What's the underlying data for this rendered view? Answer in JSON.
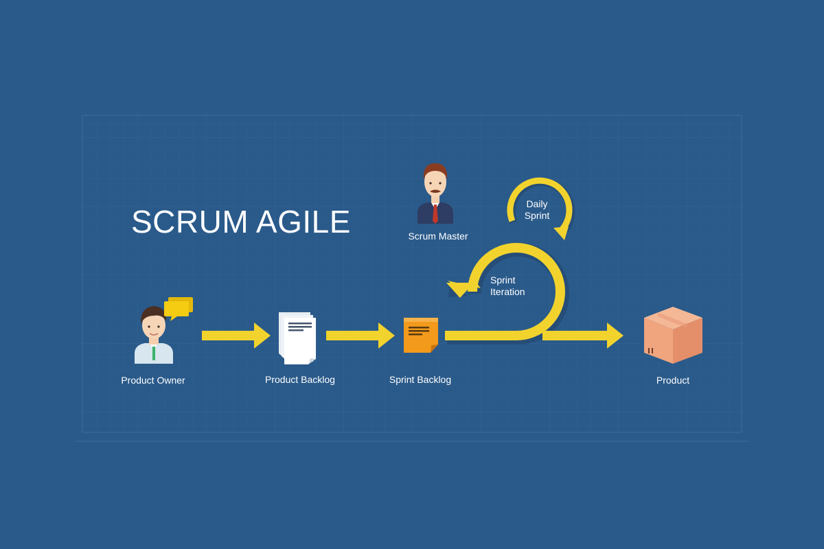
{
  "diagram": {
    "title": "SCRUM AGILE",
    "nodes": {
      "product_owner": "Product Owner",
      "product_backlog": "Product Backlog",
      "sprint_backlog": "Sprint Backlog",
      "scrum_master": "Scrum Master",
      "product": "Product"
    },
    "loops": {
      "daily_sprint": [
        "Daily",
        "Sprint"
      ],
      "sprint_iteration": [
        "Sprint",
        "Iteration"
      ]
    }
  },
  "colors": {
    "background": "#2a5a8a",
    "grid": "#3a6a98",
    "arrow": "#f2d32e",
    "arrow_shadow": "#1f3f60",
    "text": "#ffffff",
    "box": "#f0a57e",
    "sticky_note": "#f39a1c"
  },
  "icons": [
    "product-owner-avatar",
    "speech-bubble-icon",
    "document-stack-icon",
    "sticky-note-icon",
    "scrum-master-avatar",
    "product-box-icon"
  ]
}
